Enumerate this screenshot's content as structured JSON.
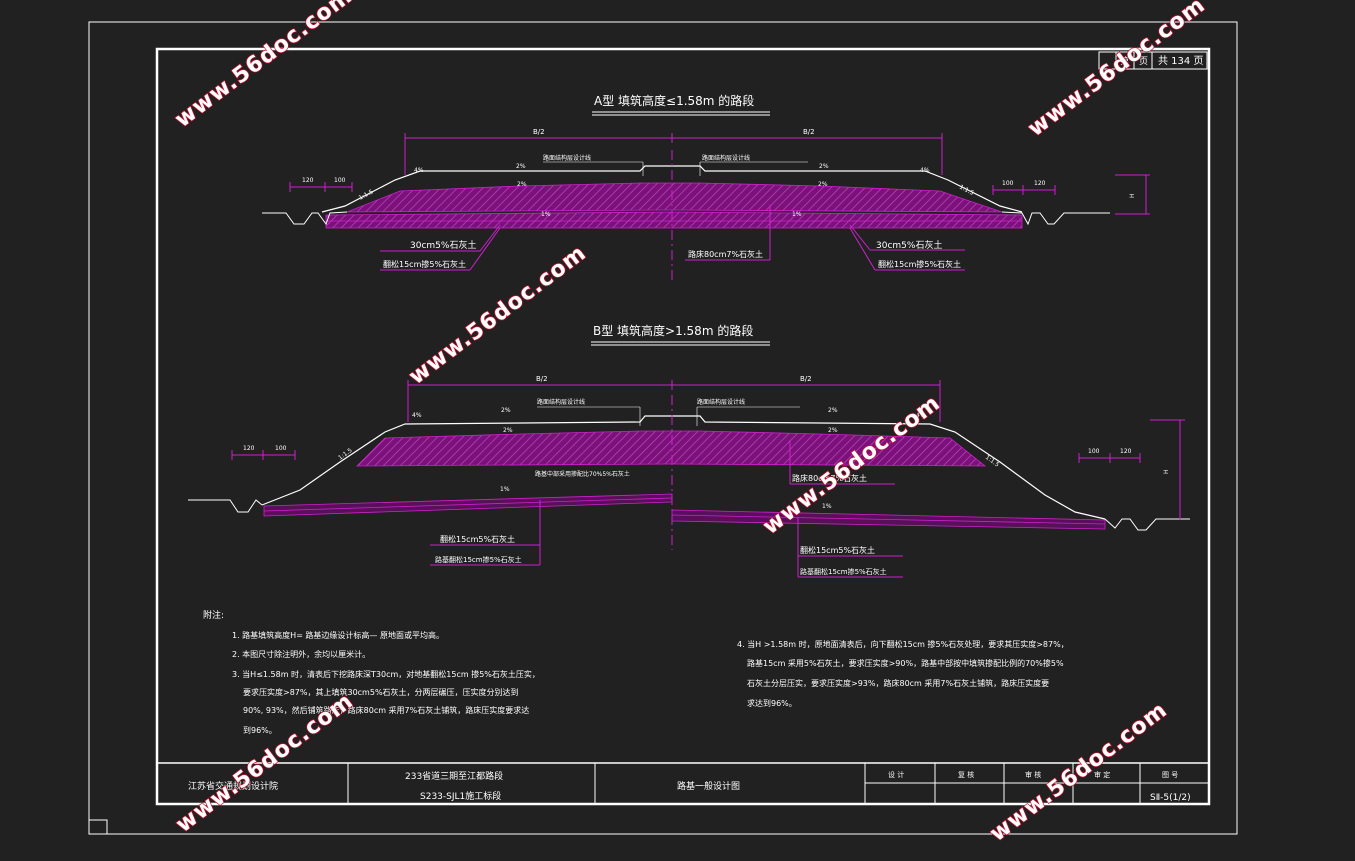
{
  "sheet": {
    "page_label": "第",
    "page_label_2": "页",
    "total_pages": "共 134 页"
  },
  "section_a": {
    "title": "A型 填筑高度≤1.58m 的路段",
    "half_left": "B/2",
    "half_right": "B/2",
    "slope_1": "4%",
    "slope_2": "2%",
    "slope_3": "2%",
    "slope_4": "1%",
    "side_slope": "1:1.5",
    "dim_120": "120",
    "dim_100": "100",
    "height_mark": "H",
    "pave_left": "路面结构层设计线",
    "pave_right": "路面结构层设计线",
    "label_30cm": "30cm5%石灰土",
    "label_15cm": "翻松15cm掺5%石灰土",
    "label_80cm": "路床80cm7%石灰土"
  },
  "section_b": {
    "title": "B型 填筑高度>1.58m 的路段",
    "half_left": "B/2",
    "half_right": "B/2",
    "slope_1": "4%",
    "slope_2": "2%",
    "slope_3": "2%",
    "slope_4": "1%",
    "side_slope": "1:1.5",
    "dim_120": "120",
    "dim_100": "100",
    "height_mark": "H",
    "pave_left": "路面结构层设计线",
    "pave_right": "路面结构层设计线",
    "label_mid": "路基中部采用掺配比70%5%石灰土",
    "label_80cm": "路床80cm7%石灰土",
    "label_15cm": "翻松15cm5%石灰土",
    "label_15cm_b": "路基翻松15cm掺5%石灰土"
  },
  "notes": {
    "heading": "附注:",
    "n1": "1. 路基填筑高度H= 路基边缘设计标高— 原地面或平均高。",
    "n2": "2. 本图尺寸除注明外，余均以厘米计。",
    "n3_a": "3. 当H≤1.58m 时，清表后下挖路床深T30cm，对地基翻松15cm 掺5%石灰土压实，",
    "n3_b": "要求压实度>87%，其上填筑30cm5%石灰土，分两层碾压，压实度分别达到",
    "n3_c": "90%, 93%，然后铺筑路床，路床80cm 采用7%石灰土铺筑，路床压实度要求达",
    "n3_d": "到96%。",
    "n4_a": "4. 当H >1.58m 时，原地面清表后，向下翻松15cm 掺5%石灰处理，要求其压实度>87%，",
    "n4_b": "路基15cm 采用5%石灰土，要求压实度>90%，路基中部按中填筑掺配比例的70%掺5%",
    "n4_c": "石灰土分层压实，要求压实度>93%，路床80cm 采用7%石灰土铺筑，路床压实度要",
    "n4_d": "求达到96%。"
  },
  "title_block": {
    "institute": "江苏省交通规划设计院",
    "project": "233省道三期至江都路段",
    "contract": "S233-SJL1施工标段",
    "drawing": "路基一般设计图",
    "h_design": "设 计",
    "h_review": "复 核",
    "h_check": "审 核",
    "h_approve": "审 定",
    "h_number": "图 号",
    "number": "SⅡ-5(1/2)"
  },
  "watermarks": {
    "text": "www.56doc.com"
  },
  "colors": {
    "background": "#212121",
    "line": "#ffffff",
    "accent": "#d020d0",
    "watermark_stroke": "#d01030"
  }
}
